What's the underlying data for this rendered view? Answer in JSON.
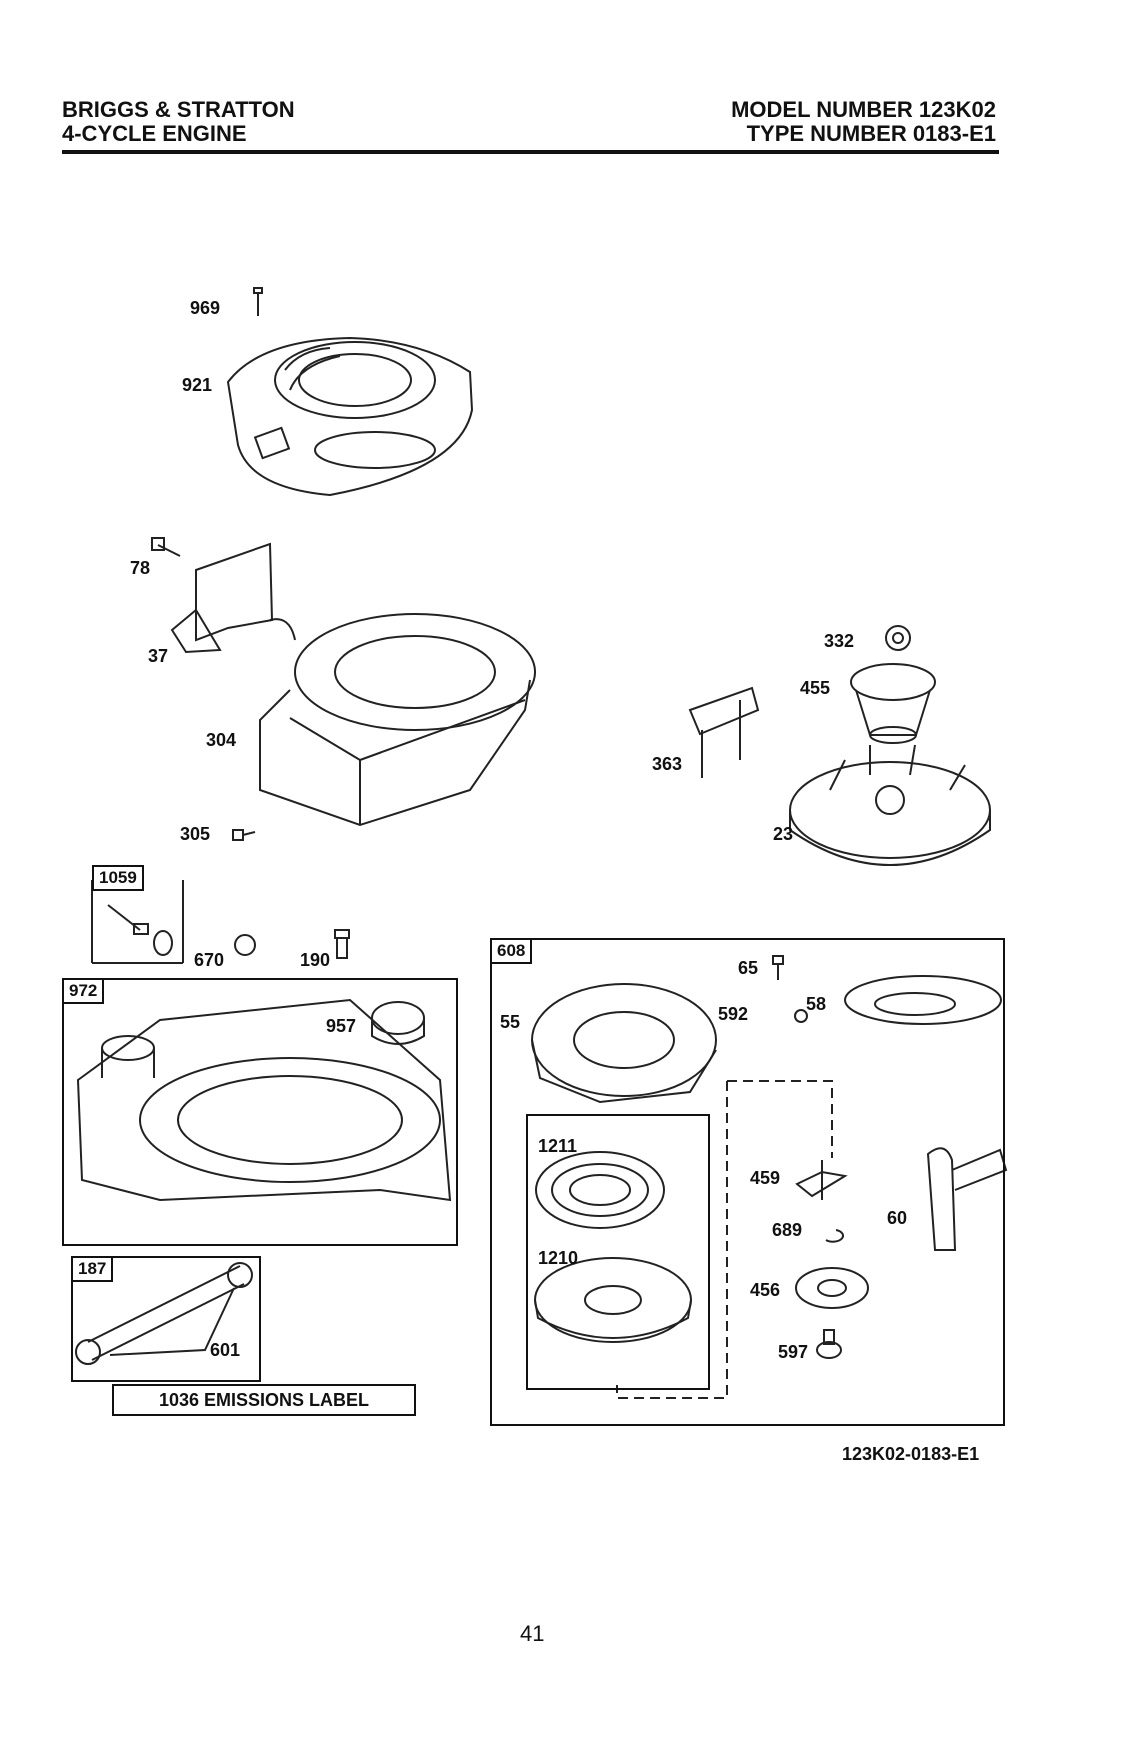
{
  "header": {
    "left_line1": "BRIGGS & STRATTON",
    "left_line2": "4-CYCLE ENGINE",
    "right_line1": "MODEL NUMBER 123K02",
    "right_line2": "TYPE NUMBER 0183-E1"
  },
  "parts": {
    "p969": "969",
    "p921": "921",
    "p78": "78",
    "p37": "37",
    "p304": "304",
    "p305": "305",
    "p332": "332",
    "p455": "455",
    "p363": "363",
    "p23": "23",
    "p670": "670",
    "p190": "190",
    "p957": "957",
    "p601": "601",
    "p65": "65",
    "p592": "592",
    "p58": "58",
    "p55": "55",
    "p1211": "1211",
    "p1210": "1210",
    "p459": "459",
    "p689": "689",
    "p60": "60",
    "p456": "456",
    "p597": "597"
  },
  "kits": {
    "k1059": "1059",
    "k972": "972",
    "k187": "187",
    "k608": "608"
  },
  "emissions_label": "1036 EMISSIONS LABEL",
  "diagram_id": "123K02-0183-E1",
  "page_number": "41"
}
